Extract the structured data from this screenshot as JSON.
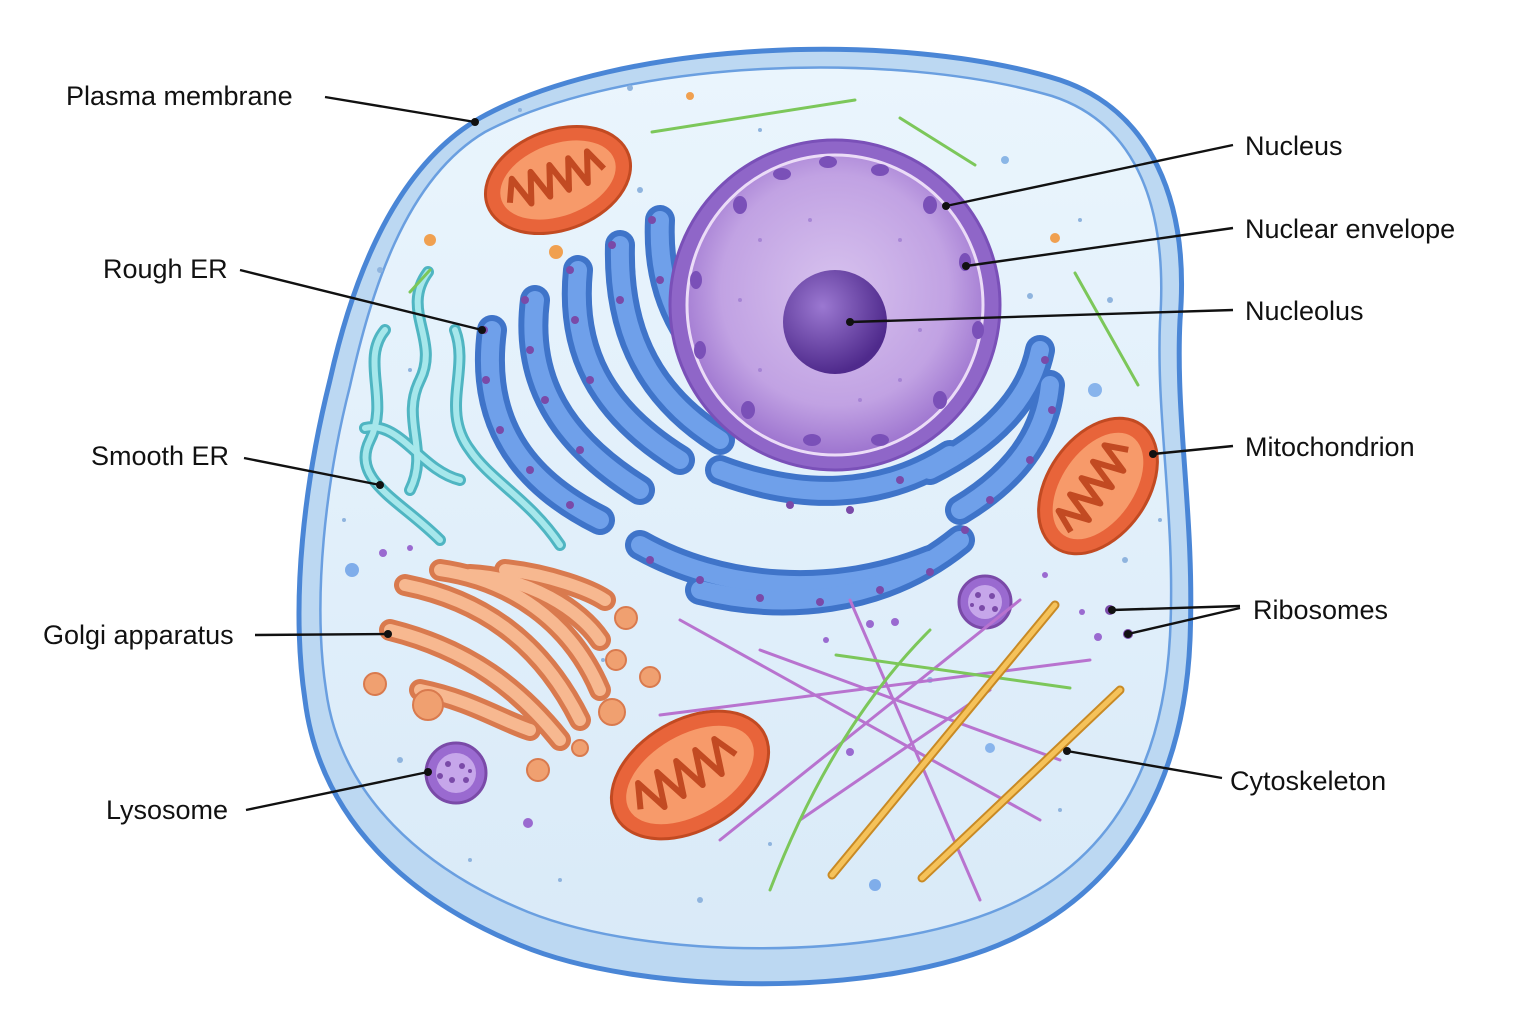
{
  "labels": {
    "plasma_membrane": "Plasma membrane",
    "rough_er": "Rough ER",
    "smooth_er": "Smooth ER",
    "golgi": "Golgi apparatus",
    "lysosome": "Lysosome",
    "nucleus": "Nucleus",
    "nuclear_envelope": "Nuclear envelope",
    "nucleolus": "Nucleolus",
    "mitochondrion": "Mitochondrion",
    "ribosomes": "Ribosomes",
    "cytoskeleton": "Cytoskeleton"
  },
  "colors": {
    "cytoplasm": "#e4f1fb",
    "membrane": "#4a86d6",
    "rough_er": "#5b8fdc",
    "smooth_er": "#6fcfd6",
    "golgi": "#f0a070",
    "nucleus": "#b890dc",
    "nucleolus": "#6a3fa8",
    "mitochondrion": "#e8643a",
    "lysosome": "#9a6ad0",
    "actin": "#b873cf",
    "microtubule": "#f1b63f",
    "filament_green": "#7cc75a"
  }
}
